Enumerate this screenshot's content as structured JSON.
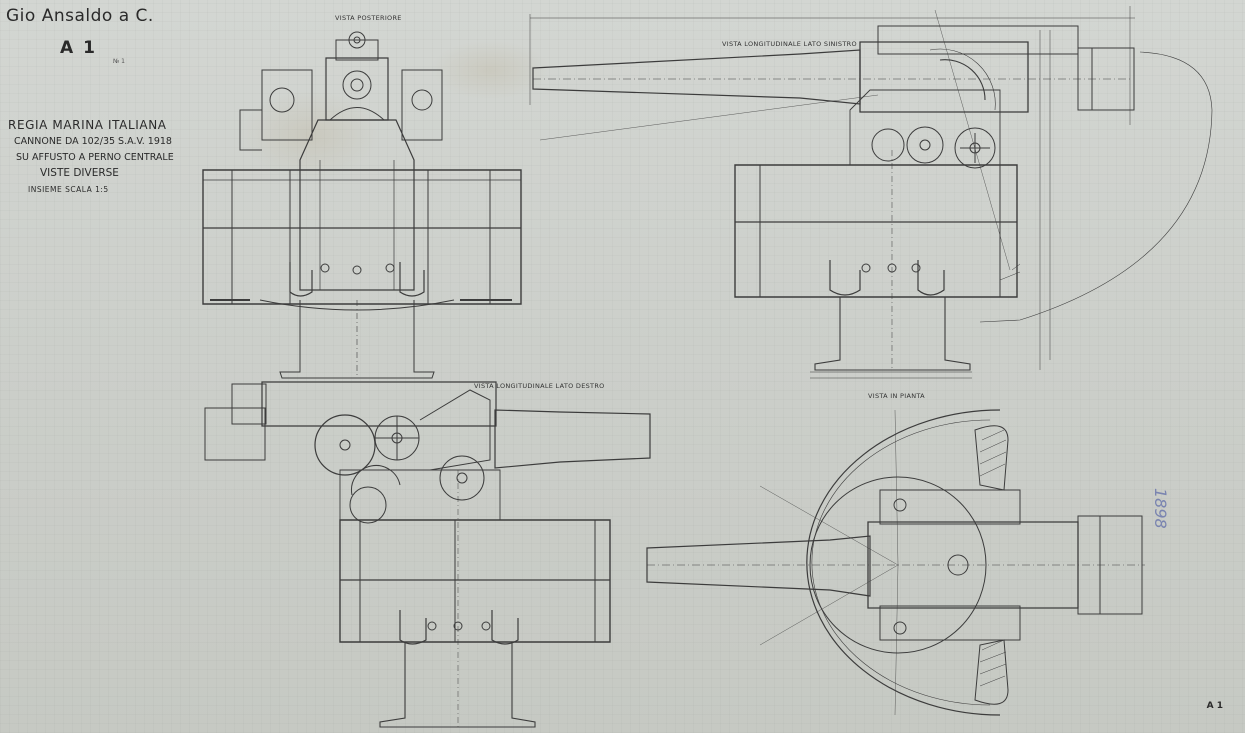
{
  "title_block": {
    "firm": "Gio Ansaldo a C.",
    "code": "A 1",
    "code_sub": "№ 1",
    "line1": "REGIA MARINA ITALIANA",
    "line2": "CANNONE DA 102/35 S.A.V. 1918",
    "line3": "SU AFFUSTO A PERNO CENTRALE",
    "line4": "VISTE DIVERSE",
    "line5": "INSIEME  SCALA 1:5"
  },
  "views": {
    "rear": "VISTA POSTERIORE",
    "left_side": "VISTA LONGITUDINALE LATO SINISTRO",
    "right_side": "VISTA LONGITUDINALE LATO DESTRO",
    "plan": "VISTA IN PIANTA"
  },
  "corner_code": "A 1",
  "stamp": "1898",
  "colors": {
    "paper": "#cdd0cc",
    "ink": "#3a3a3a",
    "stamp": "#7a84b0"
  }
}
